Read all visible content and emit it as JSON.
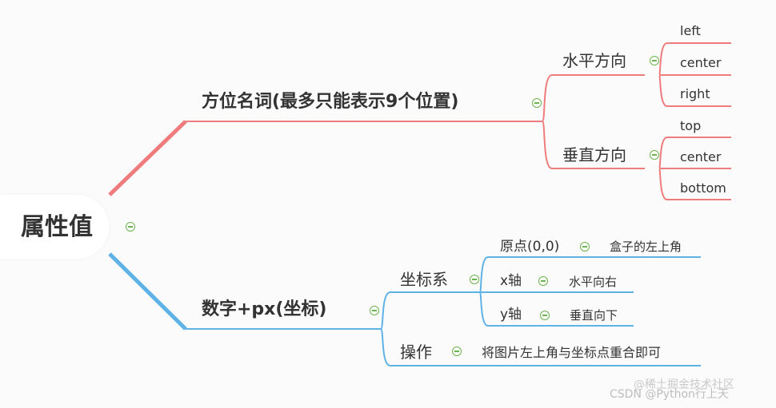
{
  "root": {
    "label": "属性值"
  },
  "branches": {
    "position_words": {
      "label": "方位名词(最多只能表示9个位置)",
      "horizontal": {
        "label": "水平方向",
        "items": [
          "left",
          "center",
          "right"
        ]
      },
      "vertical": {
        "label": "垂直方向",
        "items": [
          "top",
          "center",
          "bottom"
        ]
      }
    },
    "numbers": {
      "label": "数字+px(坐标)",
      "coord": {
        "label": "坐标系",
        "origin": {
          "label": "原点(0,0)",
          "note": "盒子的左上角"
        },
        "x_axis": {
          "label": "x轴",
          "note": "水平向右"
        },
        "y_axis": {
          "label": "y轴",
          "note": "垂直向下"
        }
      },
      "operation": {
        "label": "操作",
        "note": "将图片左上角与坐标点重合即可"
      }
    }
  },
  "colors": {
    "top_branch": "#ef7c7c",
    "bottom_branch": "#5fb2e6",
    "collapse": "#6bb34c"
  },
  "watermark": {
    "line1": "@稀土掘金技术社区",
    "line2": "CSDN @Python行上天"
  }
}
